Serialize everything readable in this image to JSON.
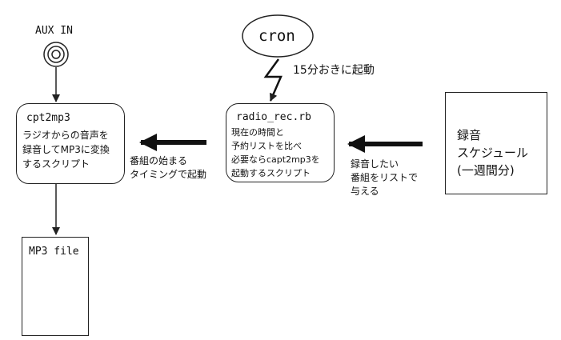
{
  "aux_in": {
    "label": "AUX IN"
  },
  "cron": {
    "label": "cron",
    "trigger_label": "15分おきに起動"
  },
  "cpt2mp3": {
    "title": "cpt2mp3",
    "lines": [
      "ラジオからの音声を",
      "録音してMP3に変換",
      "するスクリプト"
    ]
  },
  "radio_rec": {
    "title": "radio_rec.rb",
    "lines": [
      "現在の時間と",
      "予約リストを比べ",
      "必要ならcapt2mp3を",
      "起動するスクリプト"
    ]
  },
  "schedule": {
    "lines": [
      "録音",
      "スケジュール",
      "(一週間分)"
    ]
  },
  "mp3_file": {
    "label": "MP3 file"
  },
  "arrow_left_label": {
    "lines": [
      "番組の始まる",
      "タイミングで起動"
    ]
  },
  "arrow_right_label": {
    "lines": [
      "録音したい",
      "番組をリストで",
      "与える"
    ]
  },
  "colors": {
    "line": "#222222",
    "background": "#ffffff"
  }
}
